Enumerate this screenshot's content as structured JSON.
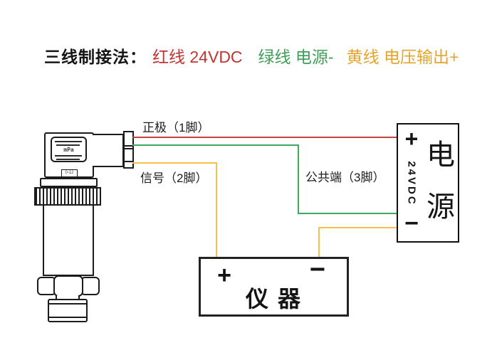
{
  "title": {
    "prefix": "三线制接法：",
    "red_segment": "红线 24VDC",
    "green_segment": "绿线 电源-",
    "yellow_segment": "黄线 电压输出+"
  },
  "labels": {
    "positive": "正极（1脚）",
    "signal": "信号（2脚）",
    "common": "公共端（3脚）"
  },
  "power_supply": {
    "plus": "+",
    "voltage": "24VDC",
    "minus": "−",
    "name_char_1": "电",
    "name_char_2": "源"
  },
  "instrument": {
    "plus": "+",
    "minus": "−",
    "name": "仪 器"
  },
  "transmitter": {
    "display_unit": "mPa",
    "nameplate": "0-12"
  },
  "colors": {
    "red_wire": "#bf4440",
    "green_wire": "#3cab62",
    "yellow_wire": "#f8c045",
    "red_text": "#c23430",
    "green_text": "#3f9e58",
    "yellow_text": "#e4a42d",
    "ink": "#1b1b1b"
  }
}
